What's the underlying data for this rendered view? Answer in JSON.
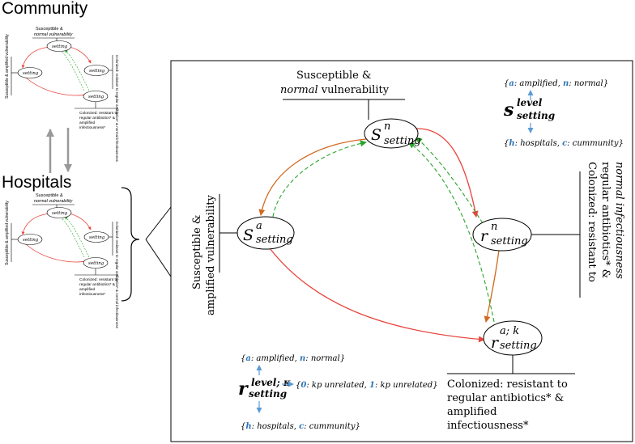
{
  "titles": {
    "community": "Community",
    "hospitals": "Hospitals"
  },
  "nodes": {
    "s_normal": {
      "base": "S",
      "sup": "n",
      "sub": "setting"
    },
    "s_amplified": {
      "base": "S",
      "sup": "a",
      "sub": "setting"
    },
    "r_normal": {
      "base": "r",
      "sup": "n",
      "sub": "setting"
    },
    "r_amplified": {
      "base": "r",
      "sup": "a; k",
      "sub": "setting"
    }
  },
  "labels": {
    "susceptible_normal_line1": "Susceptible &",
    "susceptible_normal_line2_italic": "normal",
    "susceptible_normal_line2_rest": " vulnerability",
    "susceptible_amplified_line1": "Susceptible &",
    "susceptible_amplified_line2": "amplified vulnerability",
    "colonized_normal_line1": "Colonized: resistant to",
    "colonized_normal_line2": "regular antibiotics* &",
    "colonized_normal_line3": "normal infectiousness",
    "colonized_amplified_line1": "Colonized: resistant to",
    "colonized_amplified_line2": "regular antibiotics* &",
    "colonized_amplified_line3": "amplified",
    "colonized_amplified_line4": "infectiousness*"
  },
  "legend_s": {
    "symbol": "s",
    "sup": "level",
    "sub": "setting",
    "top_open": "{",
    "top_key1": "a",
    "top_val1": ": amplified, ",
    "top_key2": "n",
    "top_val2": ":  normal",
    "top_close": "}",
    "bottom_open": "{",
    "bottom_key1": "h",
    "bottom_val1": ": hospitals, ",
    "bottom_key2": "c",
    "bottom_val2": ": cummunity",
    "bottom_close": "}"
  },
  "legend_r": {
    "symbol": "r",
    "sup": "level; κ",
    "sub": "setting",
    "top_open": "{",
    "top_key1": "a",
    "top_val1": ": amplified, ",
    "top_key2": "n",
    "top_val2": ":  normal",
    "top_close": "}",
    "right_open": "{",
    "right_key1": "0",
    "right_val1": ":  kp unrelated, ",
    "right_key2": "1",
    "right_val2": ":  kp unrelated",
    "right_close": "}",
    "bottom_open": "{",
    "bottom_key1": "h",
    "bottom_val1": ": hospitals, ",
    "bottom_key2": "c",
    "bottom_val2": ": cummunity",
    "bottom_close": "}"
  },
  "mini": {
    "susceptible_normal_line1": "Susceptible &",
    "susceptible_normal_line2": "normal vulnerability",
    "susceptible_amplified": "Susceptible & amplified vulnerability",
    "colonized_normal": "Colonized: resistant to regular antibiotics* & normal infectiousness",
    "colonized_amplified_line1": "Colonized: resistant to",
    "colonized_amplified_line2": "regular antibiotics* &",
    "colonized_amplified_line3": "amplified",
    "colonized_amplified_line4": "infectiousness*",
    "node_sub": "setting"
  },
  "colors": {
    "infection_arrow": "#e8453c",
    "transition_arrow": "#d2691e",
    "recovery_arrow": "#2aa52a",
    "legend_arrow": "#5b9bd5",
    "legend_key": "#2e75b6",
    "connector_arrow": "#999999"
  }
}
